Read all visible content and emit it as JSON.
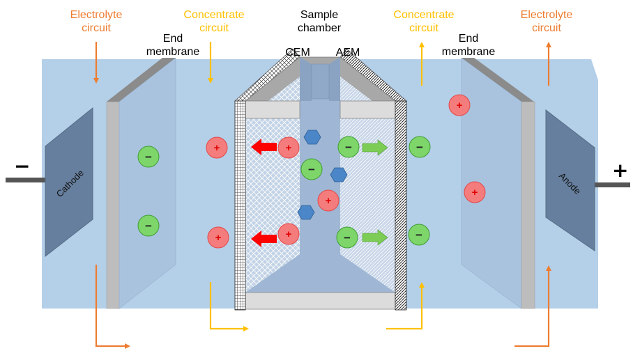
{
  "labels": {
    "electrolyte_left": "Electrolyte\ncircuit",
    "concentrate_left": "Concentrate\ncircuit",
    "sample_chamber": "Sample\nchamber",
    "concentrate_right": "Concentrate\ncircuit",
    "electrolyte_right": "Electrolyte\ncircuit",
    "end_membrane_left": "End\nmembrane",
    "end_membrane_right": "End\nmembrane",
    "cem": "CEM",
    "aem": "AEM",
    "cathode": "Cathode",
    "anode": "Anode",
    "minus": "−",
    "plus": "+"
  },
  "colors": {
    "electrolyte_arrow": "#ed7d31",
    "concentrate_arrow": "#ffc000",
    "tank": "#b4cfe8",
    "cation": "#f47c7c",
    "anion": "#7ed66b",
    "neutral": "#4a86c8",
    "cation_arrow": "#ff0000",
    "anion_arrow": "#7ccc55"
  },
  "ions": {
    "cation_symbol": "+",
    "anion_symbol": "−"
  }
}
